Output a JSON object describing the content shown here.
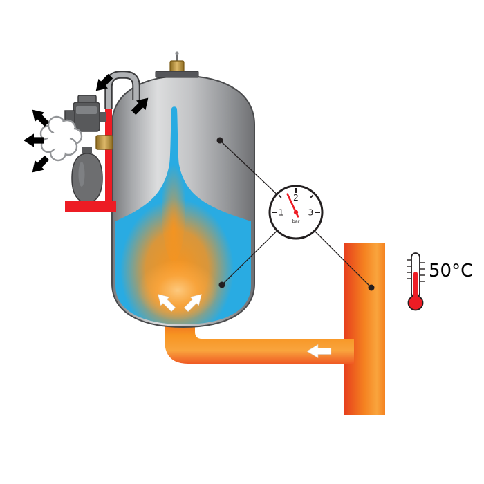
{
  "diagram": {
    "type": "expansion-vessel-heating-system",
    "gauge": {
      "tick_labels": [
        "1",
        "2",
        "3"
      ],
      "unit_label": "bar",
      "needle_value_approx": 1.7
    },
    "thermometer": {
      "reading": "50°C"
    },
    "colors": {
      "background": "#ffffff",
      "tank_light": "#dcddde",
      "tank_mid": "#a8aaad",
      "tank_dark": "#6f7073",
      "outline": "#3a3a3c",
      "water_blue": "#29abe2",
      "flame_orange": "#f7931e",
      "flame_core": "#fdc97e",
      "pipe_orange_dark": "#ea4e1f",
      "pipe_orange": "#f58220",
      "accent_red": "#ed1c24",
      "brass": "#c49a3c",
      "steam_stroke": "#939598",
      "arrow_black": "#000000",
      "arrow_white": "#ffffff"
    }
  }
}
